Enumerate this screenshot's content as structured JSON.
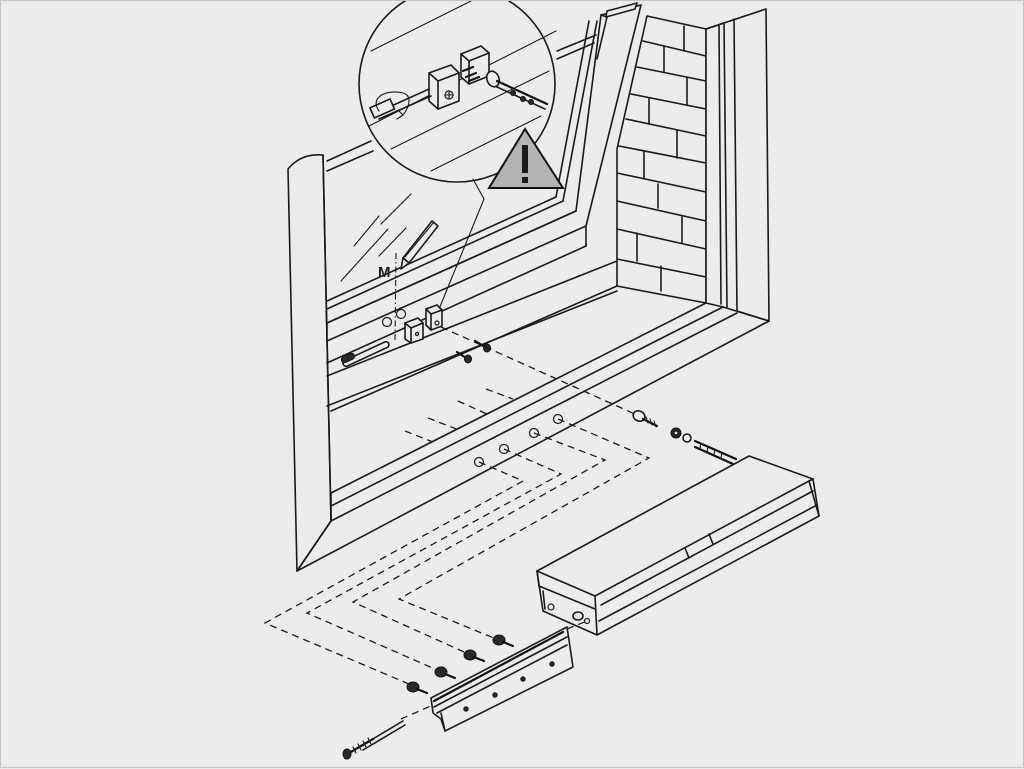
{
  "diagram": {
    "type": "exploded-assembly-illustration",
    "subject": "window actuator mounting",
    "background_color": "#ececec",
    "line_color": "#1a1a1a",
    "labels": {
      "mark": "M"
    },
    "warning": {
      "symbol": "!",
      "shape": "triangle",
      "fill_color": "#b4b4b4"
    },
    "components": [
      {
        "id": "window-frame",
        "label": "window frame with glass"
      },
      {
        "id": "brick-wall",
        "label": "brick wall reveal"
      },
      {
        "id": "detail-callout",
        "label": "magnified detail of bracket and threaded rod"
      },
      {
        "id": "mounting-brackets",
        "label": "mounting brackets"
      },
      {
        "id": "marking-pencil",
        "label": "pencil marking line M"
      },
      {
        "id": "actuator-housing",
        "label": "actuator housing"
      },
      {
        "id": "mounting-rail",
        "label": "mounting rail / profile"
      },
      {
        "id": "screws",
        "label": "fixing screws",
        "count": 4
      },
      {
        "id": "long-screw",
        "label": "long fixing screw"
      },
      {
        "id": "drill-holes",
        "label": "drill holes",
        "count": 4
      }
    ]
  }
}
